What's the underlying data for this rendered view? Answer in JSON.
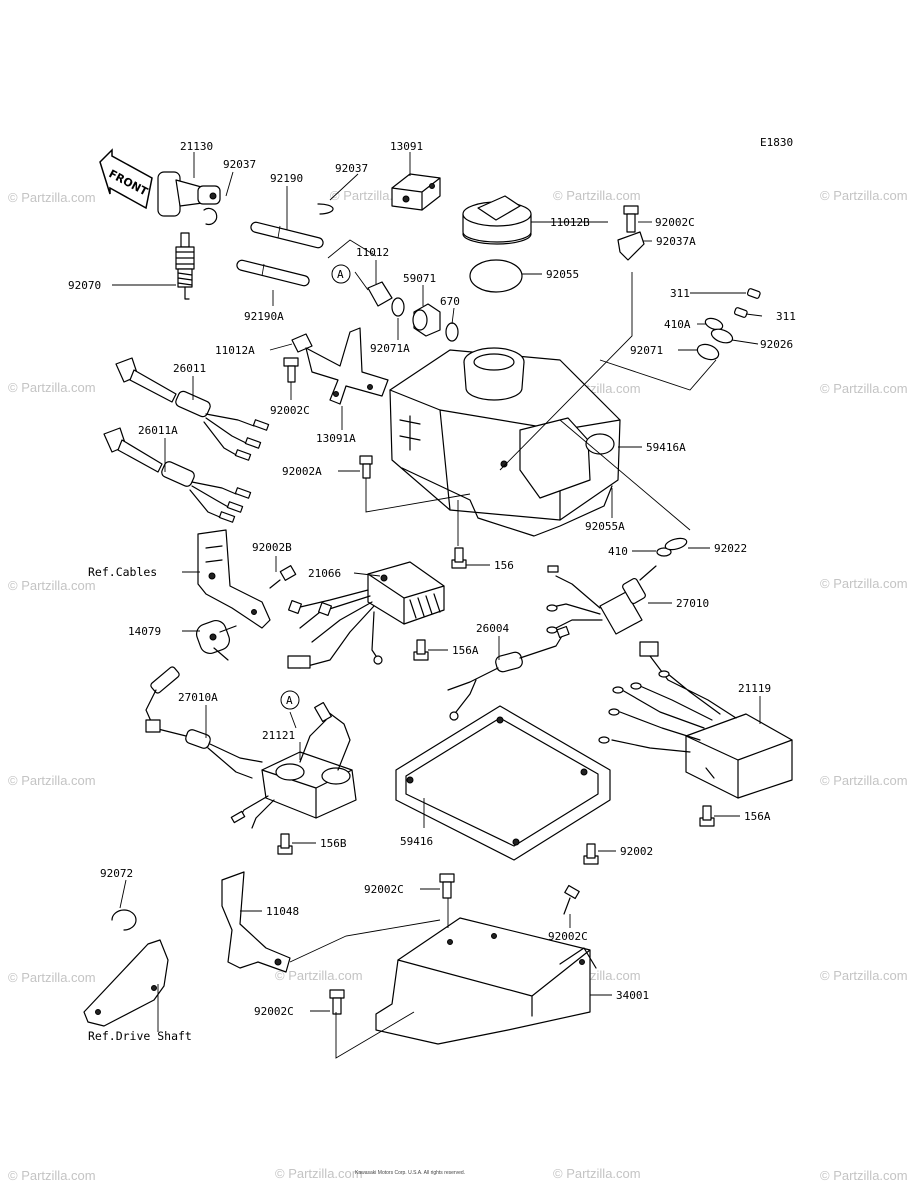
{
  "diagram_code": "E1830",
  "front_label": "FRONT",
  "watermark": "© Partzilla.com",
  "callout_letter": "A",
  "refs": {
    "cables": "Ref.Cables",
    "drive_shaft": "Ref.Drive Shaft"
  },
  "copyright": "Kawasaki Motors Corp. U.S.A. All rights reserved.",
  "labels": {
    "p21130": "21130",
    "p92037a": "92037",
    "p92037b": "92037",
    "p13091": "13091",
    "p92190": "92190",
    "p11012": "11012",
    "p11012b": "11012B",
    "p92002c_top": "92002C",
    "p92070": "92070",
    "p59071": "59071",
    "p670": "670",
    "p92055": "92055",
    "p92037A": "92037A",
    "p311a": "311",
    "p311b": "311",
    "p410A": "410A",
    "p92190A": "92190A",
    "p92071A": "92071A",
    "p92071": "92071",
    "p92026": "92026",
    "p11012A": "11012A",
    "p26011": "26011",
    "p92002c_mid": "92002C",
    "p13091A": "13091A",
    "p26011A": "26011A",
    "p59416A": "59416A",
    "p92002A": "92002A",
    "p92055A": "92055A",
    "p92002B": "92002B",
    "p410": "410",
    "p92022": "92022",
    "p21066": "21066",
    "p156a": "156",
    "p27010": "27010",
    "p14079": "14079",
    "p26004": "26004",
    "p156A_mid": "156A",
    "p27010A": "27010A",
    "p21119": "21119",
    "p21121": "21121",
    "p156A_right": "156A",
    "p156B": "156B",
    "p59416": "59416",
    "p92002": "92002",
    "p92072": "92072",
    "p11048": "11048",
    "p92002c_b1": "92002C",
    "p92002c_b2": "92002C",
    "p92002c_b3": "92002C",
    "p34001": "34001"
  }
}
